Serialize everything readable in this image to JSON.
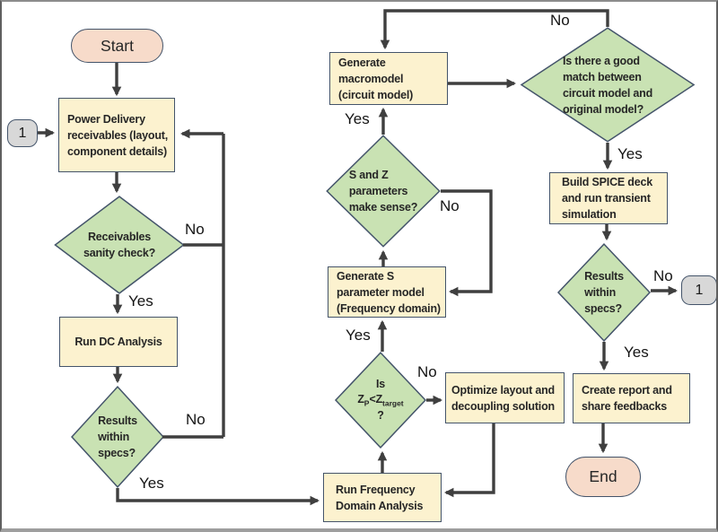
{
  "diagram_type": "flowchart",
  "colors": {
    "process_fill": "#fcf2cf",
    "decision_fill": "#c9e2b3",
    "terminator_fill": "#f7dbca",
    "connector_fill": "#d8d8d8",
    "shape_border": "#44546a",
    "arrow": "#3f3f3f"
  },
  "nodes": {
    "start": {
      "label": "Start"
    },
    "connector_left": {
      "label": "1"
    },
    "power": {
      "label": [
        "Power Delivery",
        "receivables (layout,",
        "component details)"
      ]
    },
    "receivables_check": {
      "label": [
        "Receivables",
        "sanity check?"
      ]
    },
    "run_dc": {
      "label": "Run DC Analysis"
    },
    "results_left": {
      "label": [
        "Results",
        "within",
        "specs?"
      ]
    },
    "run_freq": {
      "label": [
        "Run Frequency",
        "Domain Analysis"
      ]
    },
    "zp_check": {
      "line1": "Is",
      "z1": "Z",
      "z1sub": "P",
      "op": "<",
      "z2": "Z",
      "z2sub": "target",
      "line3": "?"
    },
    "optimize": {
      "label": [
        "Optimize layout and",
        "decoupling solution"
      ]
    },
    "sparam": {
      "label": [
        "Generate S",
        "parameter model",
        "(Frequency domain)"
      ]
    },
    "sz_check": {
      "label": [
        "S and Z",
        "parameters",
        "make sense?"
      ]
    },
    "macromodel": {
      "label": [
        "Generate",
        "macromodel",
        "(circuit model)"
      ]
    },
    "match_check": {
      "label": [
        "Is there a good",
        "match between",
        "circuit model and",
        "original model?"
      ]
    },
    "spice": {
      "label": [
        "Build SPICE deck",
        "and run transient",
        "simulation"
      ]
    },
    "results_right": {
      "label": [
        "Results",
        "within",
        "specs?"
      ]
    },
    "connector_right": {
      "label": "1"
    },
    "report": {
      "label": [
        "Create report and",
        "share feedbacks"
      ]
    },
    "end": {
      "label": "End"
    }
  },
  "edge_labels": {
    "no_receivables": "No",
    "yes_receivables": "Yes",
    "no_results_left": "No",
    "yes_results_left": "Yes",
    "yes_zp": "Yes",
    "no_zp": "No",
    "yes_sz": "Yes",
    "no_sz": "No",
    "no_match": "No",
    "yes_match": "Yes",
    "no_results_right": "No",
    "yes_results_right": "Yes"
  }
}
